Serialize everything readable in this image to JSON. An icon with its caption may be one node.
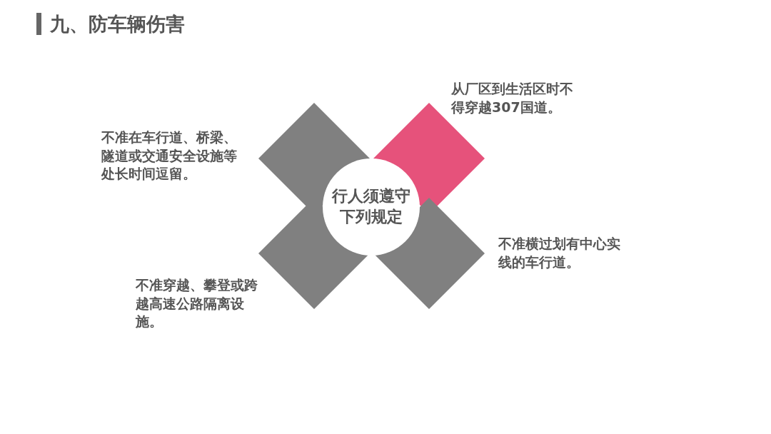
{
  "diagram": {
    "title": "九、防车辆伤害",
    "nodes": [
      {
        "text": [],
        "shape": "diamond",
        "beside": [
          "不准在车行道、桥梁、隧道或交通安全设施等处长时间逗留。"
        ]
      },
      {
        "text": [],
        "shape": "diamond",
        "beside": [
          "从厂区到生活区时不得穿越307国道。"
        ]
      },
      {
        "text": [
          "行人须遵守下列规定"
        ]
      },
      {
        "text": [],
        "shape": "diamond",
        "beside": [
          "不准穿越、攀登或跨越高速公路隔离设施。"
        ]
      },
      {
        "text": [],
        "shape": "diamond",
        "beside": [
          "不准横过划有中心实线的车行道。"
        ]
      }
    ]
  }
}
